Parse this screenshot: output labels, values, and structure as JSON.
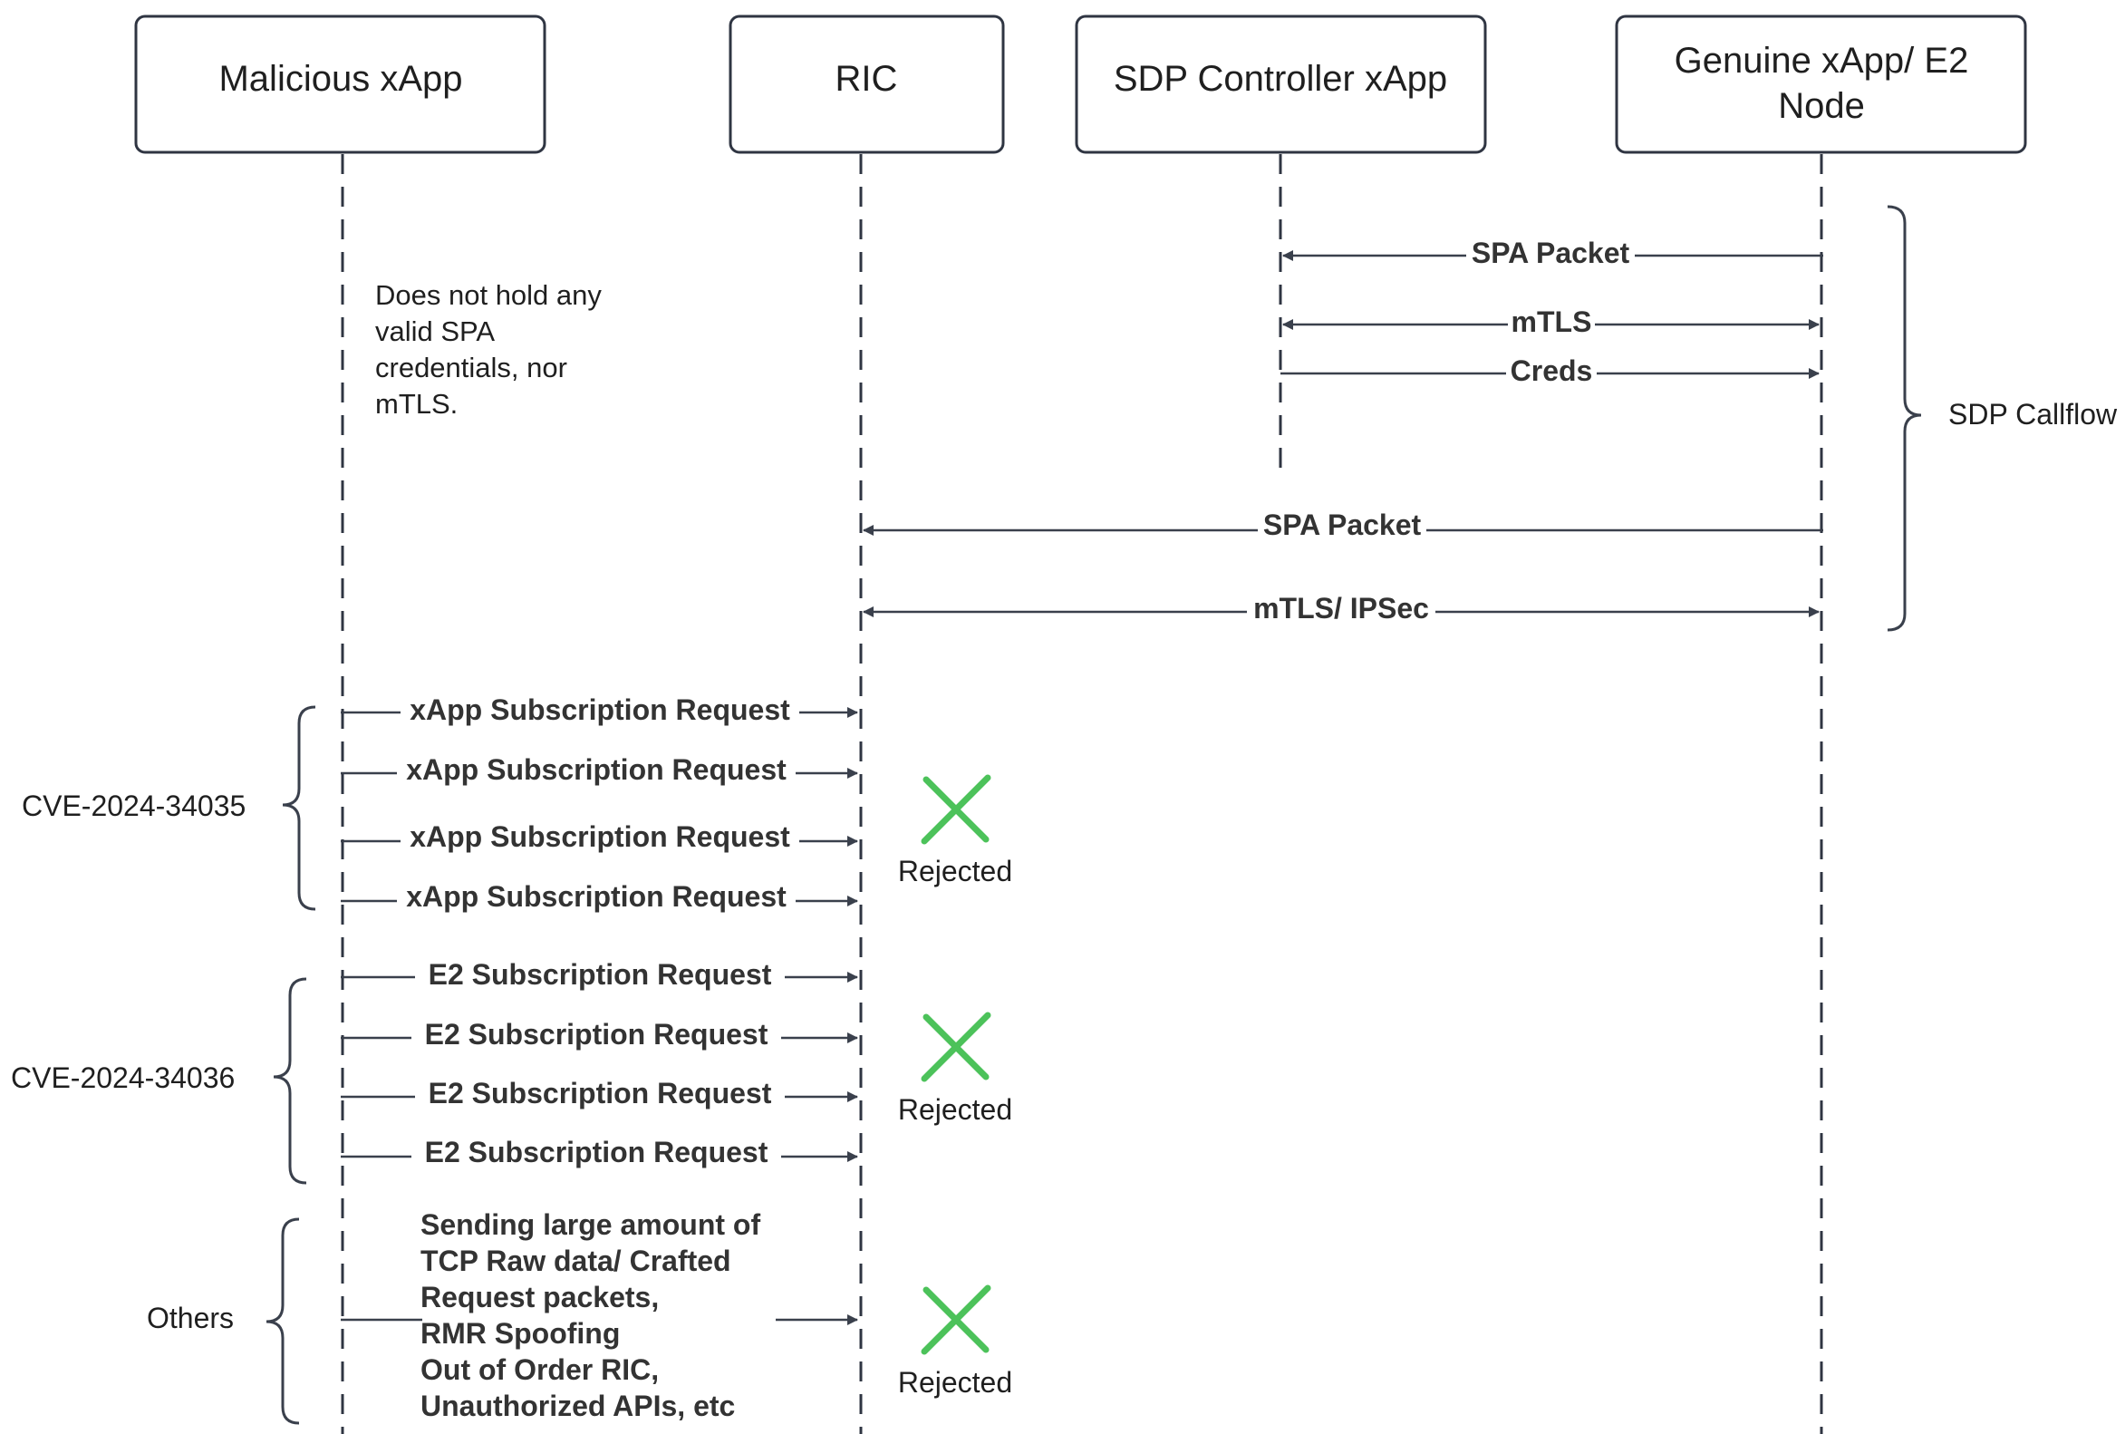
{
  "actors": {
    "malicious": "Malicious xApp",
    "ric": "RIC",
    "sdp": "SDP Controller xApp",
    "genuine_line1": "Genuine xApp/ E2",
    "genuine_line2": "Node"
  },
  "note": {
    "line1": "Does not hold any",
    "line2": "valid SPA",
    "line3": "credentials, nor",
    "line4": "mTLS."
  },
  "sdp_flow": {
    "spa_packet_sdp": "SPA Packet",
    "mtls": "mTLS",
    "creds": "Creds",
    "spa_packet_ric": "SPA Packet",
    "mtls_ipsec": "mTLS/ IPSec",
    "group_label": "SDP Callflow"
  },
  "cve1": {
    "label": "CVE-2024-34035",
    "requests": [
      "xApp Subscription Request",
      "xApp Subscription Request",
      "xApp Subscription Request",
      "xApp Subscription Request"
    ],
    "result": "Rejected"
  },
  "cve2": {
    "label": "CVE-2024-34036",
    "requests": [
      "E2 Subscription Request",
      "E2 Subscription Request",
      "E2 Subscription Request",
      "E2 Subscription Request"
    ],
    "result": "Rejected"
  },
  "others": {
    "label": "Others",
    "lines": [
      "Sending large amount of",
      "TCP Raw data/ Crafted",
      "Request packets,",
      "RMR Spoofing",
      "Out of Order RIC,",
      "Unauthorized APIs, etc"
    ],
    "result": "Rejected"
  },
  "colors": {
    "reject_mark": "#4cc25a",
    "line": "#2f3542"
  },
  "icons": {
    "reject": "x-mark-icon"
  }
}
